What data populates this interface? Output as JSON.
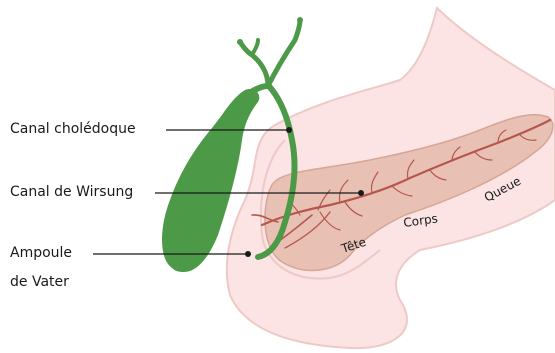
{
  "labels": {
    "canal_choledoque": "Canal cholédoque",
    "canal_wirsung": "Canal de Wirsung",
    "ampoule_line1": "Ampoule",
    "ampoule_line2": "de Vater",
    "tete": "Tête",
    "corps": "Corps",
    "queue": "Queue"
  },
  "colors": {
    "duodenum_fill": "#fbe4e3",
    "duodenum_stroke": "#edc9c7",
    "pancreas_fill": "#e9c1b4",
    "pancreas_stroke": "#d5a596",
    "duct": "#b5574e",
    "bile": "#4c9a47",
    "leader": "#1a1a1a"
  }
}
